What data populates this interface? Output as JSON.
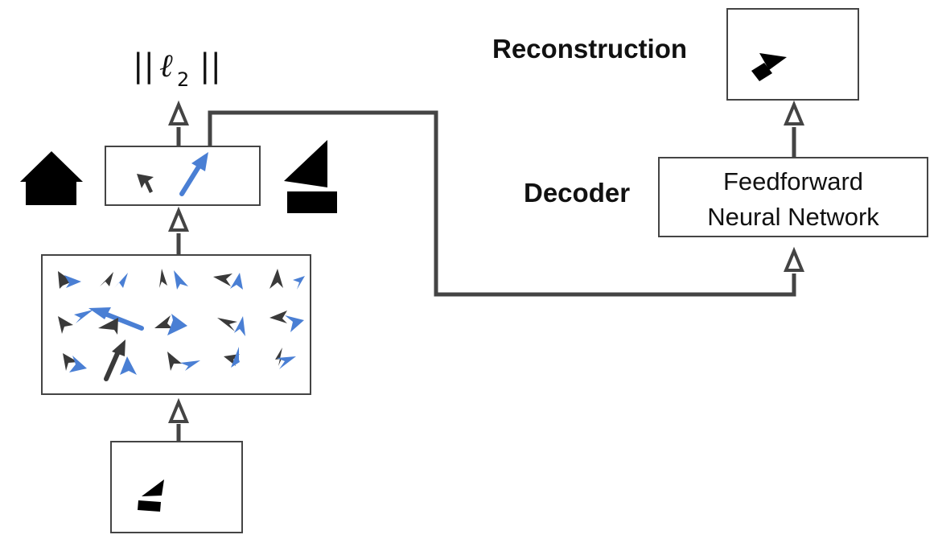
{
  "labels": {
    "reconstruction": "Reconstruction",
    "decoder": "Decoder",
    "decoder_box_line1": "Feedforward",
    "decoder_box_line2": "Neural Network",
    "norm_bars_left": "||",
    "norm_ell": "ℓ",
    "norm_sub": "2",
    "norm_bars_right": "||"
  },
  "colors": {
    "dark_arrow": "#3a3a3a",
    "blue_arrow": "#4a7fd4",
    "stroke": "#444444",
    "text": "#111111"
  }
}
